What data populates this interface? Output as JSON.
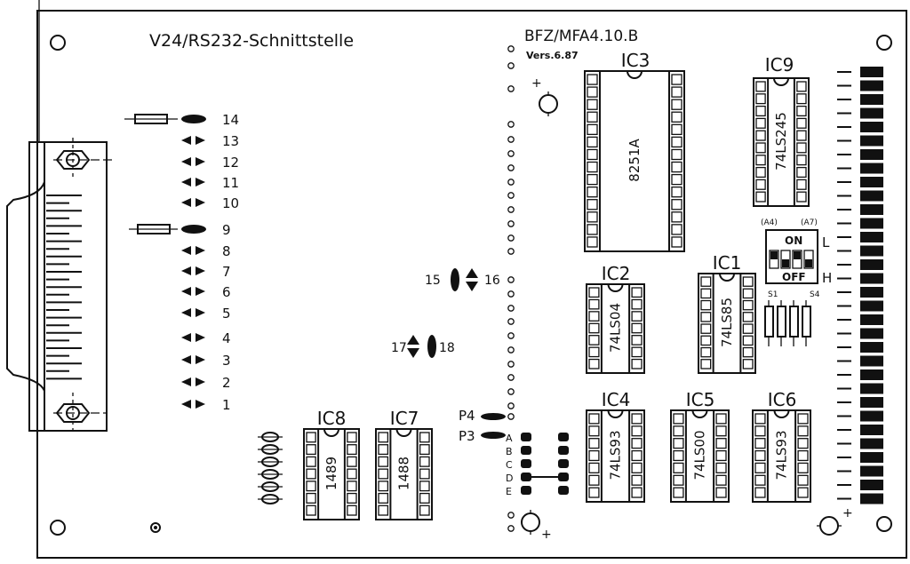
{
  "board": {
    "title": "V24/RS232-Schnittstelle",
    "board_id": "BFZ/MFA4.10.B",
    "version": "Vers.6.87"
  },
  "ics": [
    {
      "ref": "IC3",
      "part": "8251A",
      "pins": 28
    },
    {
      "ref": "IC9",
      "part": "74LS245",
      "pins": 20
    },
    {
      "ref": "IC2",
      "part": "74LS04",
      "pins": 14
    },
    {
      "ref": "IC1",
      "part": "74LS85",
      "pins": 16
    },
    {
      "ref": "IC4",
      "part": "74LS93",
      "pins": 14
    },
    {
      "ref": "IC5",
      "part": "74LS00",
      "pins": 14
    },
    {
      "ref": "IC6",
      "part": "74LS93",
      "pins": 14
    },
    {
      "ref": "IC8",
      "part": "1489",
      "pins": 14
    },
    {
      "ref": "IC7",
      "part": "1488",
      "pins": 14
    }
  ],
  "dip_switch": {
    "left_addr": "(A4)",
    "right_addr": "(A7)",
    "on": "ON",
    "off": "OFF",
    "low": "L",
    "high": "H",
    "first": "S1",
    "last": "S4"
  },
  "connector_pins": [
    "14",
    "13",
    "12",
    "11",
    "10",
    "9",
    "8",
    "7",
    "6",
    "5",
    "4",
    "3",
    "2",
    "1"
  ],
  "test_points": {
    "p15": "15",
    "p16": "16",
    "p17": "17",
    "p18": "18",
    "p4": "P4",
    "p3": "P3"
  },
  "jumper_rows": [
    "A",
    "B",
    "C",
    "D",
    "E"
  ],
  "polarity": {
    "plus": "+"
  }
}
